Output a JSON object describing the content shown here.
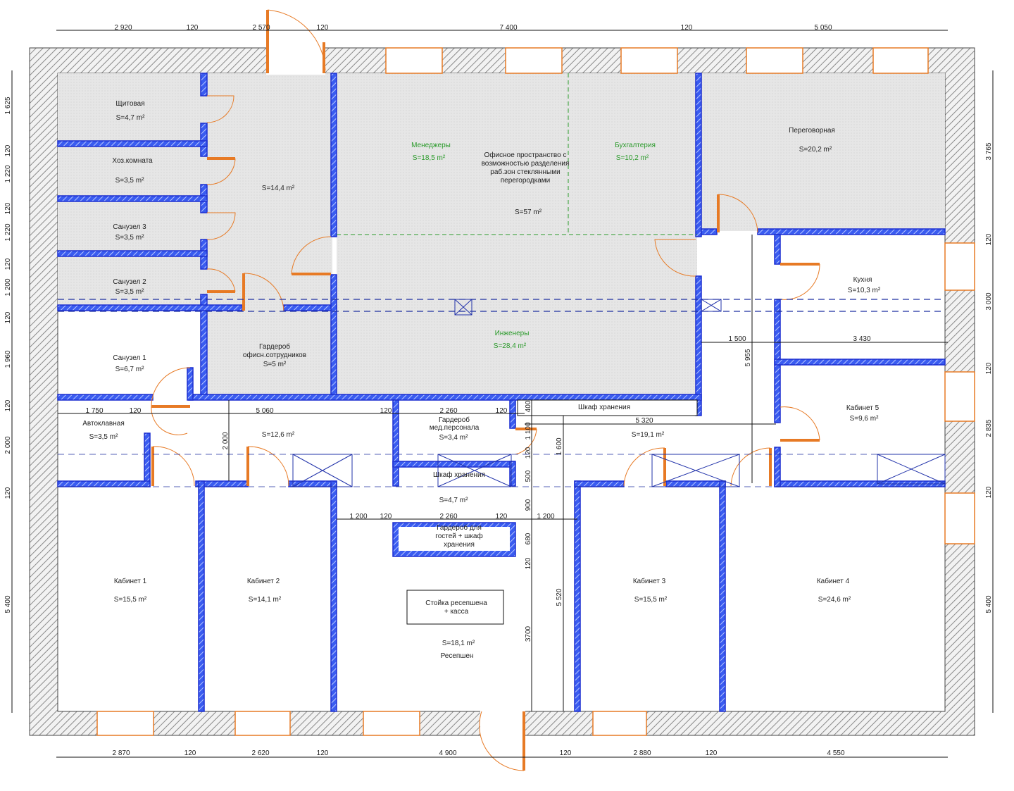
{
  "colors": {
    "wall_blue": "#3a5cf0",
    "outer_wall": "#9a9a9a",
    "door_orange": "#e77a25",
    "zone_green": "#2a9a2a",
    "floor_gray": "#e4e4e4"
  },
  "rooms": [
    {
      "name": "Щитовая",
      "area": "S=4,7 m²"
    },
    {
      "name": "Хоз.комната",
      "area": "S=3,5 m²"
    },
    {
      "name": "Санузел 3",
      "area": "S=3,5 m²"
    },
    {
      "name": "Санузел 2",
      "area": "S=3,5 m²"
    },
    {
      "name": "Санузел 1",
      "area": "S=6,7 m²"
    },
    {
      "name": "",
      "area": "S=14,4 m²"
    },
    {
      "name_lines": [
        "Гардероб",
        "офисн.сотрудников"
      ],
      "area": "S=5 m²"
    },
    {
      "name": "Менеджеры",
      "area": "S=18,5 m²"
    },
    {
      "name_lines": [
        "Офисное пространство с",
        "возможностью разделения",
        "раб.зон стеклянными",
        "перегородками"
      ],
      "area": "S=57 m²"
    },
    {
      "name": "Бухгалтерия",
      "area": "S=10,2 m²"
    },
    {
      "name": "Переговорная",
      "area": "S=20,2 m²"
    },
    {
      "name": "Инженеры",
      "area": "S=28,4 m²"
    },
    {
      "name": "Кухня",
      "area": "S=10,3 m²"
    },
    {
      "name": "Кабинет 5",
      "area": "S=9,6 m²"
    },
    {
      "name": "Автоклавная",
      "area": "S=3,5 m²"
    },
    {
      "name": "",
      "area": "S=12,6 m²"
    },
    {
      "name_lines": [
        "Гардероб",
        "мед.персонала"
      ],
      "area": "S=3,4 m²"
    },
    {
      "name": "Шкаф хранения",
      "area": ""
    },
    {
      "name": "",
      "area": "S=4,7 m²"
    },
    {
      "name_lines": [
        "Гардероб для",
        "гостей + шкаф",
        "хранения"
      ],
      "area": ""
    },
    {
      "name": "Шкаф хранения",
      "area": ""
    },
    {
      "name": "",
      "area": "S=19,1 m²"
    },
    {
      "name": "Кабинет 1",
      "area": "S=15,5 m²"
    },
    {
      "name": "Кабинет 2",
      "area": "S=14,1 m²"
    },
    {
      "name_lines": [
        "Стойка ресепшена",
        "+ касса"
      ],
      "area": ""
    },
    {
      "name": "Ресепшен",
      "area": "S=18,1 m²"
    },
    {
      "name": "Кабинет 3",
      "area": "S=15,5 m²"
    },
    {
      "name": "Кабинет 4",
      "area": "S=24,6 m²"
    }
  ],
  "dimensions": {
    "top": [
      "2 920",
      "120",
      "2 570",
      "120",
      "7 400",
      "120",
      "5 050"
    ],
    "bottom": [
      "2 870",
      "120",
      "2 620",
      "120",
      "4 900",
      "120",
      "2 880",
      "120",
      "4 550"
    ],
    "left": [
      "1 625",
      "120",
      "1 220",
      "120",
      "1 220",
      "120",
      "1 200",
      "120",
      "1 960",
      "120",
      "2 000",
      "120",
      "5 400"
    ],
    "right": [
      "3 765",
      "120",
      "3 000",
      "120",
      "2 835",
      "120",
      "5 400"
    ],
    "inner": [
      "1 750",
      "120",
      "5 060",
      "120",
      "2 260",
      "120",
      "400",
      "1 100",
      "120",
      "500",
      "900",
      "680",
      "120",
      "3700",
      "1 600",
      "5 520",
      "5 320",
      "1 500",
      "3 430",
      "5 955",
      "2 000",
      "1 200",
      "120",
      "2 260",
      "120",
      "1 200"
    ]
  }
}
